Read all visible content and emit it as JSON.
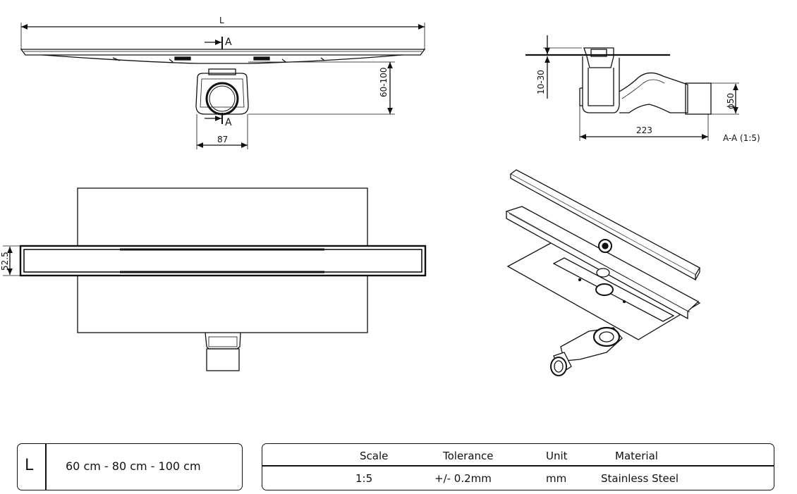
{
  "front_view": {
    "length_label": "L",
    "section_marker_top": "A",
    "section_marker_bottom": "A",
    "height_label": "60-100",
    "width_label": "87"
  },
  "section_view": {
    "depth_label": "10-30",
    "diameter_label": "ϕ50",
    "length_label": "223",
    "title": "A-A (1:5)"
  },
  "top_view": {
    "width_label": "52.5"
  },
  "size_box": {
    "header": "L",
    "value": "60 cm - 80 cm - 100 cm"
  },
  "spec_table": {
    "headers": [
      "Scale",
      "Tolerance",
      "Unit",
      "Material"
    ],
    "values": [
      "1:5",
      "+/- 0.2mm",
      "mm",
      "Stainless Steel"
    ]
  }
}
